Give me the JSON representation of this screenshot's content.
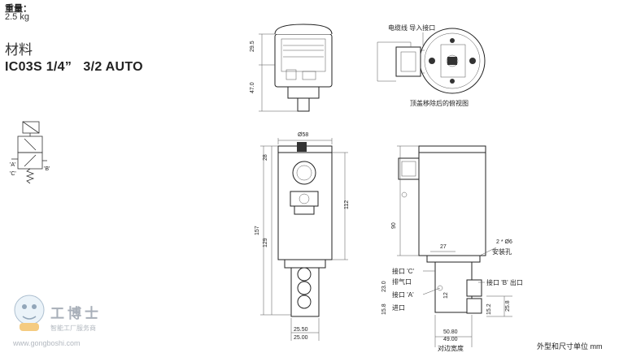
{
  "spec": {
    "weight_label": "重量：",
    "weight_value": "2.5 kg",
    "material_label": "材料",
    "model": "IC03S 1/4”   3/2 AUTO"
  },
  "symbol": {
    "port_a": "'A'",
    "port_b": "'B'",
    "port_c": "'C'"
  },
  "top_view": {
    "dim_top": "29.5",
    "dim_bottom": "47.0",
    "cable_label": "电缆线 导入接口",
    "cover_label": "顶盖移除后的俯视图"
  },
  "front_view": {
    "dia": "Ø58",
    "d28": "28",
    "d112": "112",
    "d157": "157",
    "d129": "129",
    "w1": "25.50",
    "w2": "25.00"
  },
  "side_view": {
    "d90": "90",
    "d27": "27",
    "hole": "2 * Ø6",
    "hole_label": "安装孔",
    "port_c": "接口 'C'",
    "exhaust": "排气口",
    "port_a": "接口 'A'",
    "inlet": "进口",
    "port_b": "接口 'B' 出口",
    "d23": "23.0",
    "d15_8": "15.8",
    "d12": "12",
    "d15_2": "15.2",
    "d25_8": "25.8",
    "w1": "50.80",
    "w2": "49.00",
    "across_flats": "对边宽度"
  },
  "footer": {
    "units": "外型和尺寸单位 mm"
  },
  "watermark": {
    "brand": "工博士",
    "tagline": "智能工厂服务商",
    "url": "www.gongboshi.com"
  }
}
